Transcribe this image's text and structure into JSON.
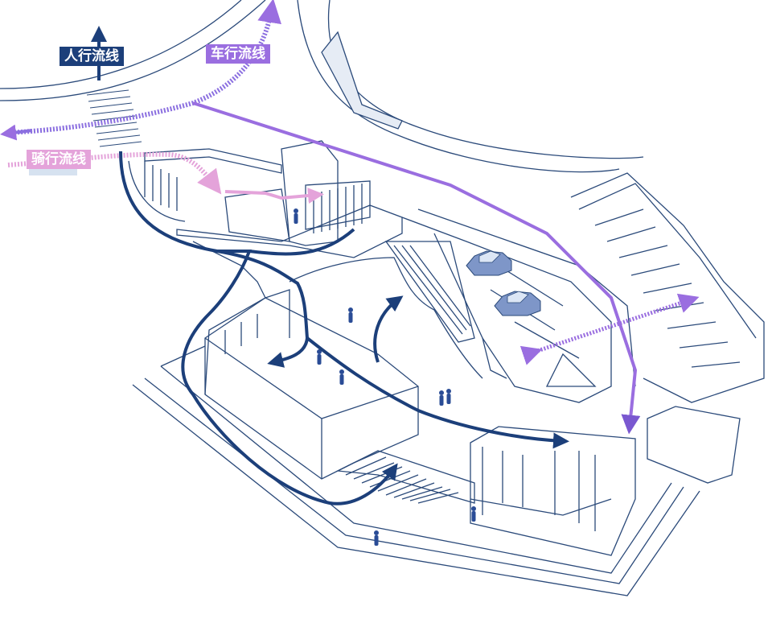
{
  "legend": {
    "pedestrian": {
      "label": "人行流线",
      "color": "#1c3f7a"
    },
    "vehicle": {
      "label": "车行流线",
      "color": "#9a6ee0"
    },
    "cycling": {
      "label": "骑行流线",
      "color": "#e4a3da"
    }
  },
  "colors": {
    "linework": "#2b4a7a",
    "fill": "#ffffff",
    "car": "#7e96c8",
    "person": "#2a4c96"
  }
}
